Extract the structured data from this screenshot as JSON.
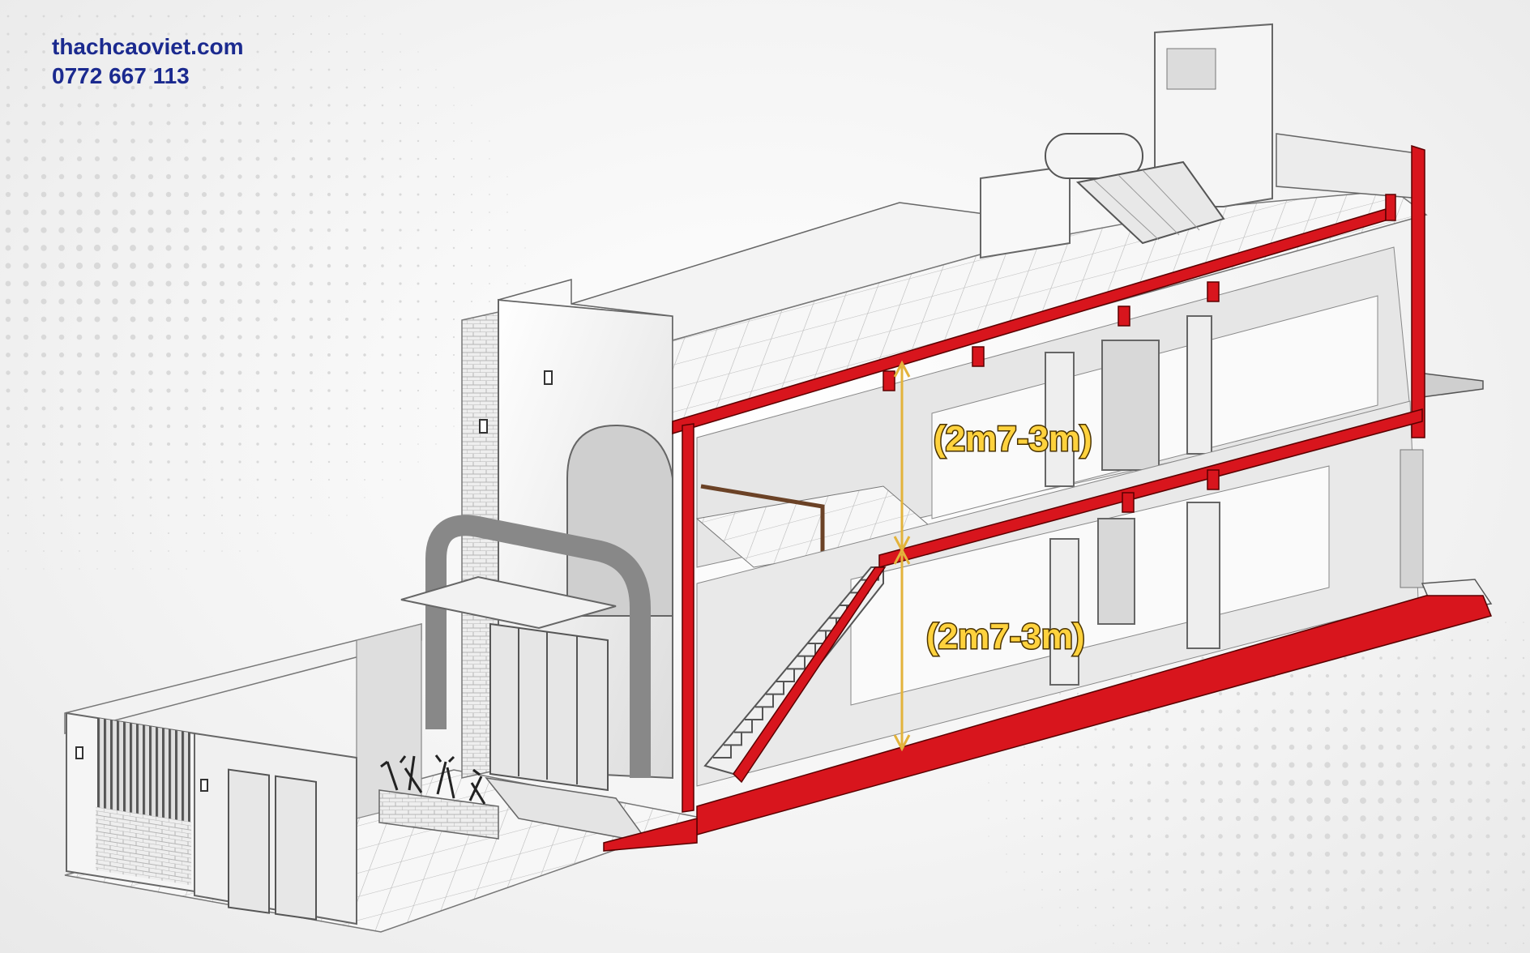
{
  "brand": {
    "website": "thachcaoviet.com",
    "phone": "0772 667 113"
  },
  "dimensions": {
    "upper_floor_height": "(2m7-3m)",
    "ground_floor_height": "(2m7-3m)"
  },
  "colors": {
    "section_cut": "#d8151d",
    "dimension_arrow": "#e3b33b",
    "brand_text": "#1b2a8f",
    "railing": "#6b4226"
  },
  "icons": {
    "dimension_arrow": "double-headed-vertical-arrow",
    "solar_water_heater": "solar-water-heater-icon",
    "planter": "plant-icon"
  }
}
